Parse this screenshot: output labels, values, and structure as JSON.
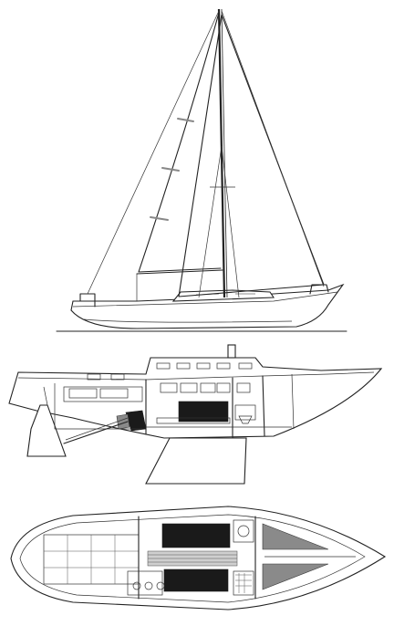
{
  "drawing": {
    "views": [
      "sail-plan-profile",
      "interior-profile",
      "accommodation-plan"
    ],
    "colors": {
      "line": "#222222",
      "cushion": "#1a1a1a",
      "shade": "#8a8a8a",
      "background": "#ffffff"
    }
  }
}
